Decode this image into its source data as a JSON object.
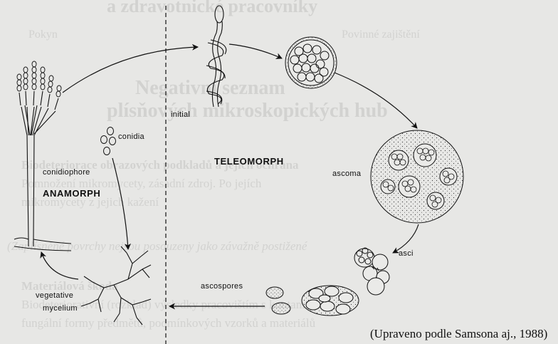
{
  "background_text": {
    "line1": "a zdravotnické pracovníky",
    "line2": "Pokyn",
    "line3": "Povinné zajištění",
    "line4": "Negativní seznam",
    "line5": "plísňových mikroskopických hub",
    "line6": "Biodeteriorace obrazových podkladů a jejich ochrana",
    "line7": "Pomnožení mikromycety, zásadní zdroj. Po jejích",
    "line8": "mikromycety z jejich kažení",
    "line9": "(Zaplísněné povrchy nejsou posouzeny jako závažně postižené",
    "line10": "Materiálová škoda",
    "line11": "Biodeteriorativní (rozklad) výsledky pracovištím s kontaminací",
    "line12": "fungální formy předmětů, podmínkových vzorků a materiálů"
  },
  "labels": {
    "initial": "initial",
    "conidia": "conidia",
    "teleomorph": "TELEOMORPH",
    "conidiophore": "conidiophore",
    "anamorph": "ANAMORPH",
    "ascoma": "ascoma",
    "asci": "asci",
    "ascospores": "ascospores",
    "vegetative": "vegetative",
    "mycelium": "mycelium"
  },
  "caption": "(Upraveno podle Samsona aj., 1988)",
  "colors": {
    "ink": "#111111",
    "paper": "#e7e7e5",
    "ghost": "#d2d2d0"
  }
}
